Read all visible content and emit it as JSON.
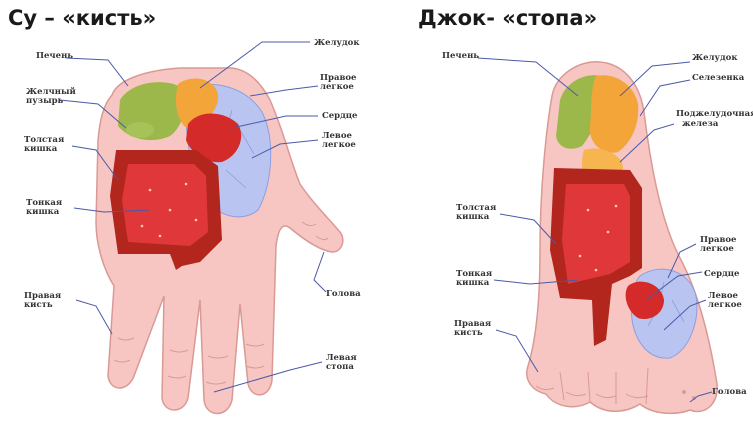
{
  "left": {
    "title": "Су – «кисть»",
    "labels": {
      "liver": "Печень",
      "gallbladder_1": "Желчный",
      "gallbladder_2": "пузырь",
      "large_intestine_1": "Толстая",
      "large_intestine_2": "кишка",
      "small_intestine_1": "Тонкая",
      "small_intestine_2": "кишка",
      "right_foot_1": "Правая",
      "right_foot_2": "кисть",
      "stomach": "Желудок",
      "right_lung_1": "Правое",
      "right_lung_2": "легкое",
      "heart": "Сердце",
      "left_lung_1": "Левое",
      "left_lung_2": "легкое",
      "head": "Голова",
      "left_foot_1": "Левая",
      "left_foot_2": "стопа"
    }
  },
  "right": {
    "title": "Джок- «стопа»",
    "labels": {
      "liver": "Печень",
      "stomach": "Желудок",
      "spleen": "Селезенка",
      "pancreas_1": "Поджелудочная",
      "pancreas_2": "железа",
      "large_intestine_1": "Толстая",
      "large_intestine_2": "кишка",
      "small_intestine_1": "Тонкая",
      "small_intestine_2": "кишка",
      "right_hand_1": "Правая",
      "right_hand_2": "кисть",
      "right_lung_1": "Правое",
      "right_lung_2": "легкое",
      "heart": "Сердце",
      "left_lung_1": "Левое",
      "left_lung_2": "легкое",
      "head": "Голова"
    }
  },
  "colors": {
    "skin": "#f7c6c2",
    "skin_outline": "#d99a95",
    "liver": "#9db84a",
    "gallbladder": "#a8c25a",
    "stomach": "#f3a53a",
    "lung": "#b9c5f0",
    "heart": "#d42a2a",
    "intestine_outer": "#b2261e",
    "intestine_inner": "#e0383a",
    "leader": "#4a5aa8"
  }
}
